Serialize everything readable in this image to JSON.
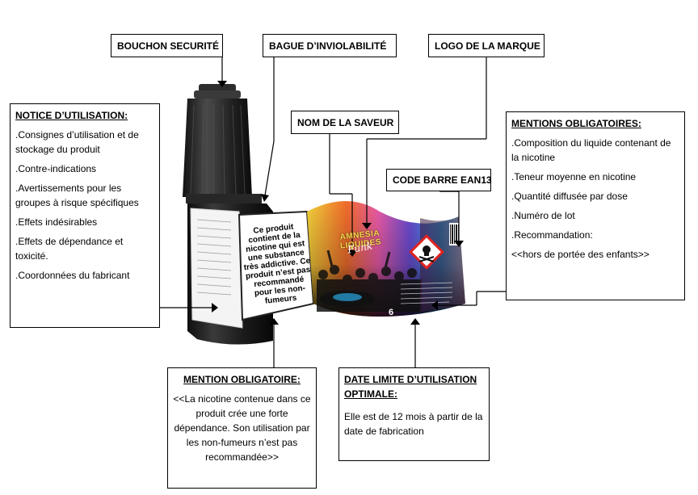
{
  "labels": {
    "bouchon": "BOUCHON SECURITÉ",
    "bague": "BAGUE D’INVIOLABILITÉ",
    "logo": "LOGO DE LA MARQUE",
    "saveur": "NOM DE LA SAVEUR",
    "code_barre": "CODE BARRE EAN13"
  },
  "notice": {
    "title": "NOTICE D’UTILISATION:",
    "items": [
      ".Consignes d’utilisation et de stockage du produit",
      ".Contre-indications",
      ".Avertissements pour les groupes à risque spécifiques",
      ".Effets indésirables",
      ".Effets de dépendance et toxicité.",
      ".Coordonnées du fabricant"
    ]
  },
  "mentions": {
    "title": "MENTIONS OBLIGATOIRES:",
    "items": [
      ".Composition du liquide contenant de la nicotine",
      ".Teneur moyenne en nicotine",
      ".Quantité diffusée par dose",
      ".Numéro de lot",
      ".Recommandation:",
      "<<hors de portée des enfants>>"
    ]
  },
  "mention_obligatoire": {
    "title": "MENTION OBLIGATOIRE:",
    "text": "<<La nicotine contenue dans ce produit crée une forte dépendance. Son utilisation par les non-fumeurs n’est pas recommandée>>"
  },
  "date_limite": {
    "title": "DATE LIMITE D’UTILISATION OPTIMALE:",
    "text": "Elle est de 12 mois à partir de la date de fabrication"
  },
  "product": {
    "warning_text": "Ce produit contient de la nicotine qui est une substance très addictive. Ce produit n’est pas recommandé pour les non-fumeurs",
    "brand_text": "AMNESIA LIQUIDES",
    "flavor_script": "Funk",
    "dose_mark": "6"
  },
  "colors": {
    "cap": "#2b2b2b",
    "bottle": "#1c1c1c",
    "hazard_red": "#e1231f",
    "label_gradient": [
      "#f3d23a",
      "#e85aa8",
      "#6a4bd0",
      "#2aa7e0"
    ]
  },
  "icons": [
    "skull-crossbones-hazard-icon",
    "arrow-icon"
  ]
}
